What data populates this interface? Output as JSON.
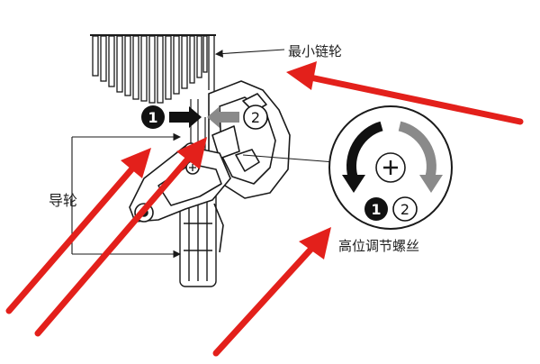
{
  "labels": {
    "smallest_sprocket": "最小链轮",
    "guide_pulley": "导轮",
    "high_limit_screw": "高位调节螺丝"
  },
  "steps": {
    "one": "1",
    "two": "2"
  },
  "colors": {
    "annotation_arrow": "#e3201b",
    "step1_arrow": "#111111",
    "step2_arrow": "#8a8a8a",
    "line_art": "#1a1a1a"
  },
  "icons": {
    "screw": "phillips-screw-icon",
    "rotate_ccw": "rotate-counterclockwise-icon",
    "rotate_cw": "rotate-clockwise-icon"
  }
}
